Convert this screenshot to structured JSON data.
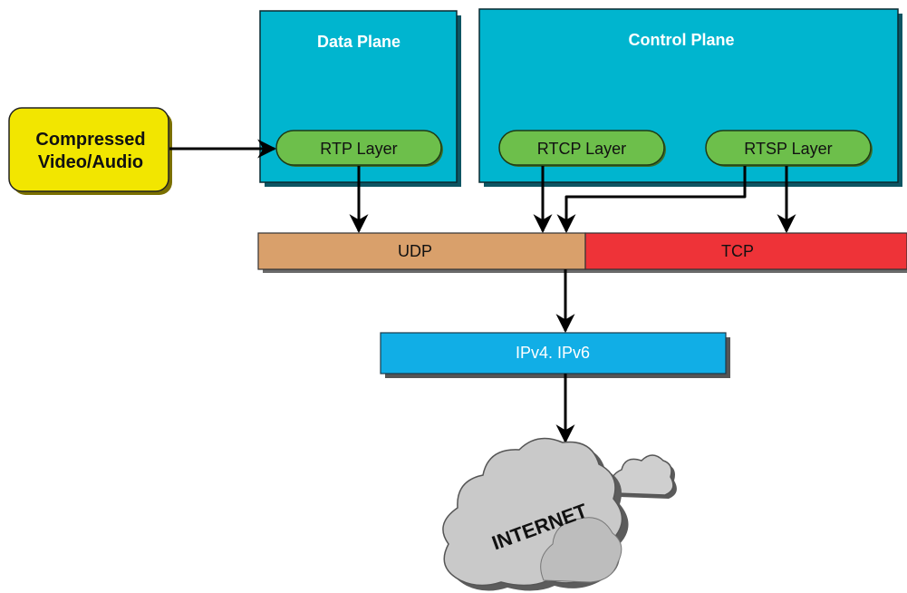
{
  "planes": {
    "data_plane": "Data Plane",
    "control_plane": "Control Plane"
  },
  "layers": {
    "rtp": "RTP Layer",
    "rtcp": "RTCP Layer",
    "rtsp": "RTSP Layer"
  },
  "source": {
    "line1": "Compressed",
    "line2": "Video/Audio"
  },
  "transport": {
    "udp": "UDP",
    "tcp": "TCP"
  },
  "network": {
    "ip": "IPv4. IPv6"
  },
  "cloud": {
    "label": "INTERNET"
  },
  "colors": {
    "plane_fill": "#00b5cf",
    "pill_fill": "#6dbf4b",
    "source_fill": "#f2e600",
    "udp_fill": "#d9a06b",
    "tcp_fill": "#ee3338",
    "ip_fill": "#11aee6",
    "cloud_fill": "#c9c9c9"
  }
}
